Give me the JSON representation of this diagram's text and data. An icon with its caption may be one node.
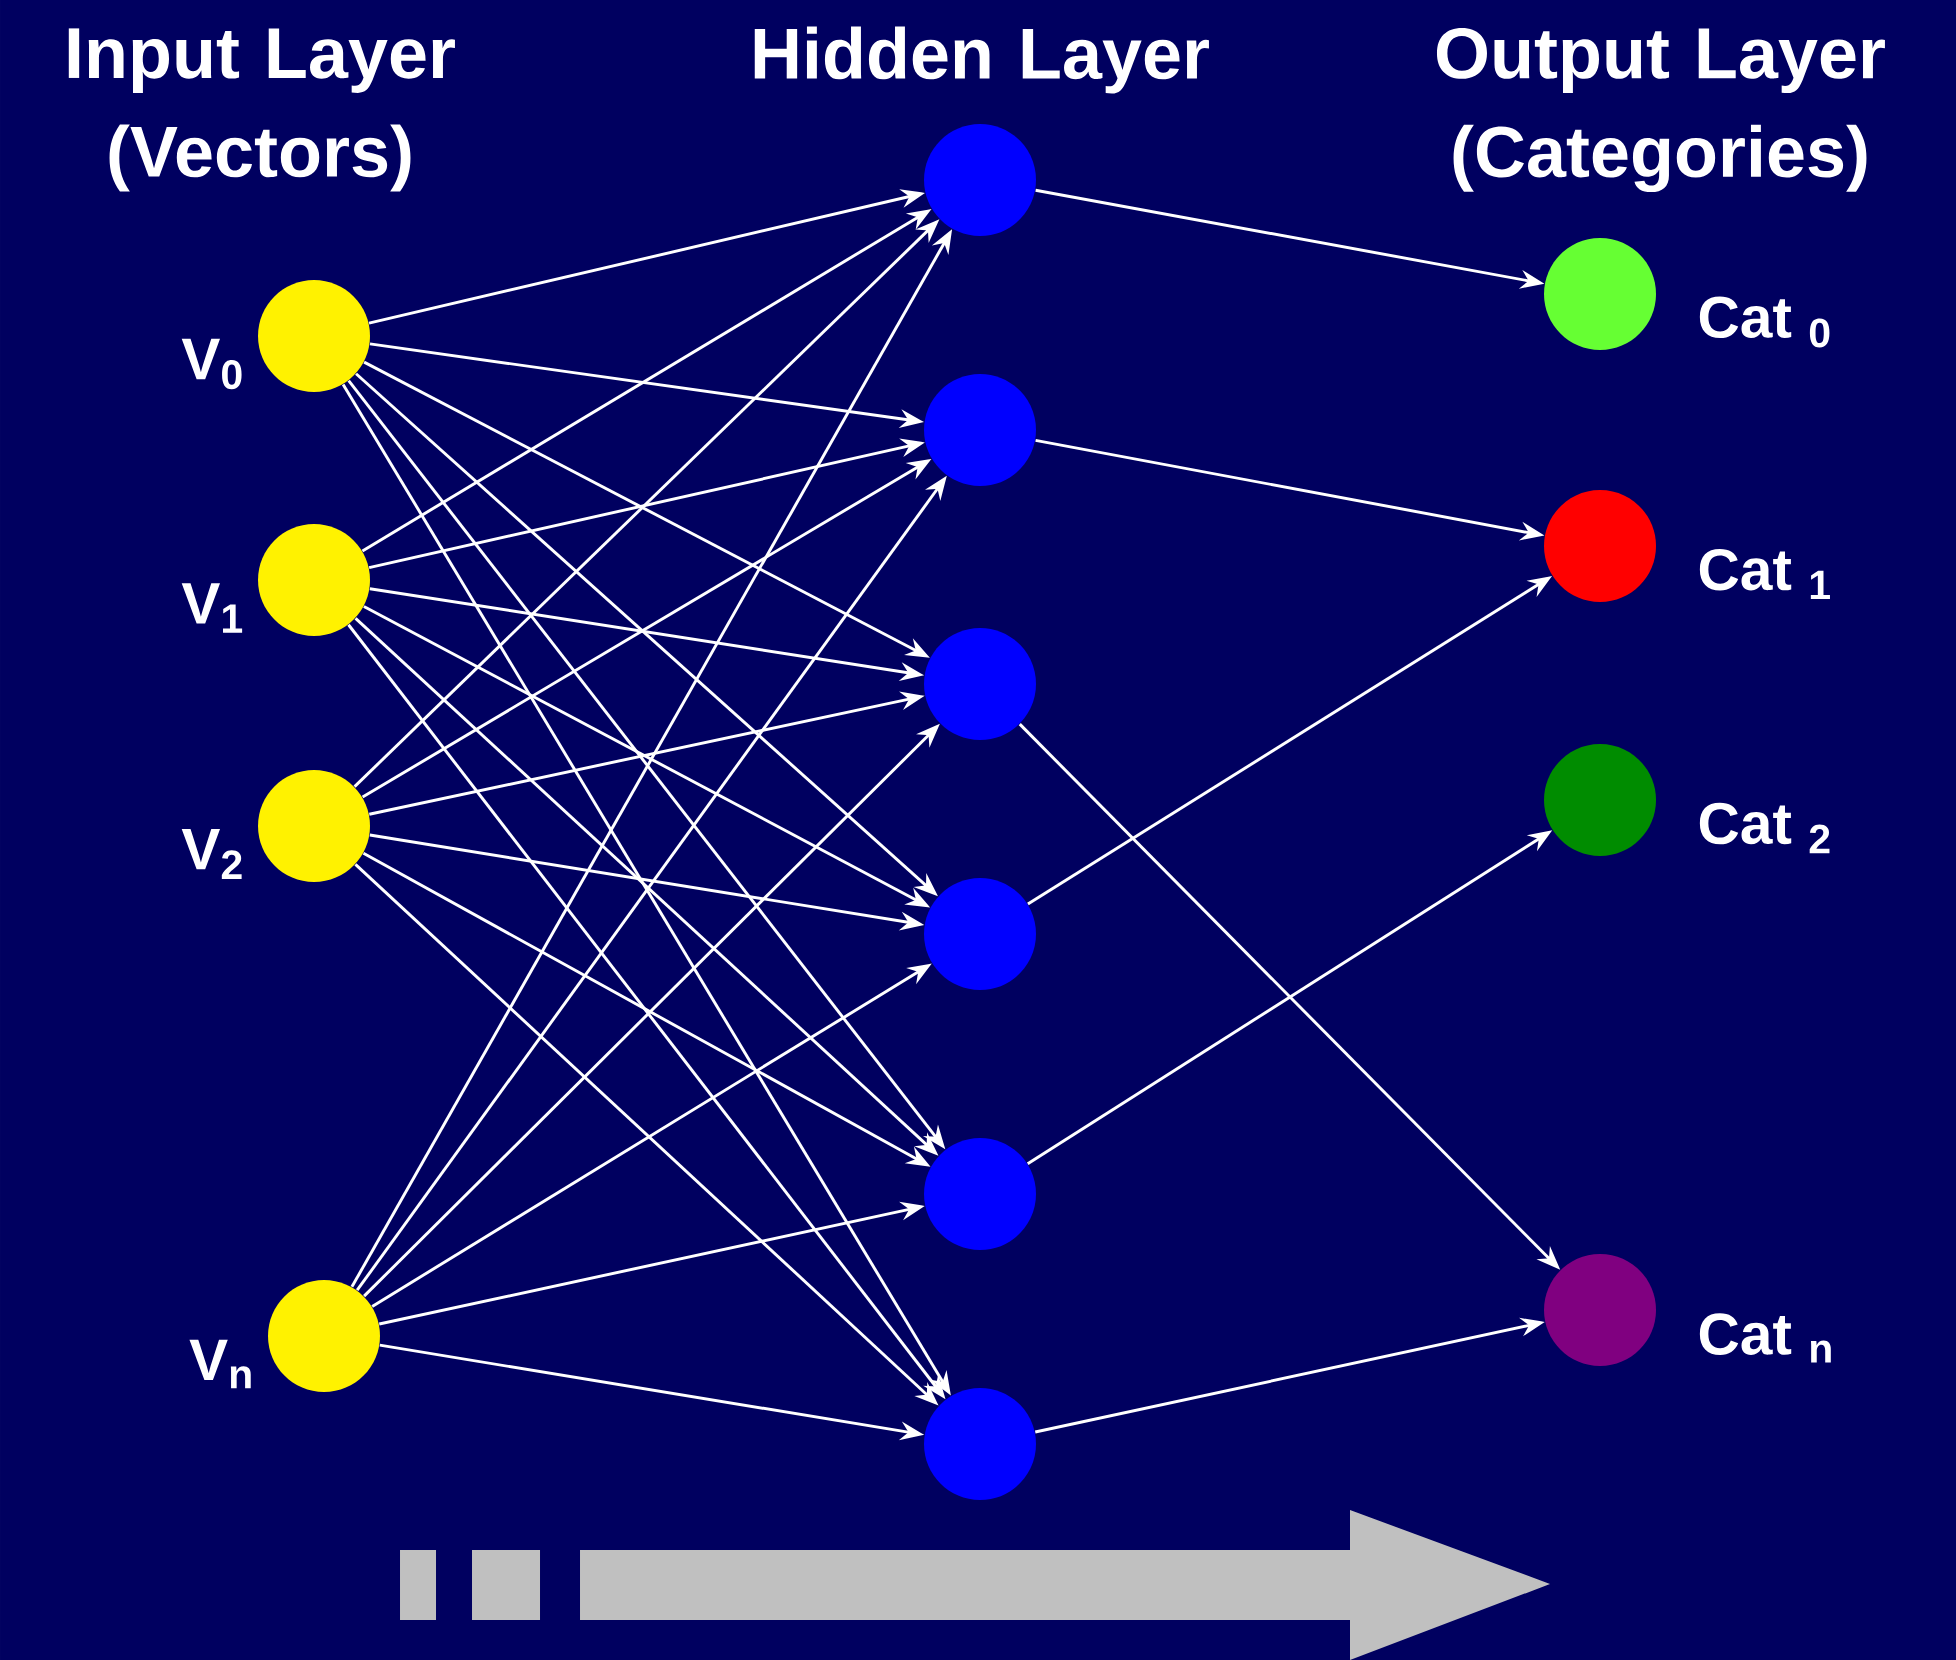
{
  "diagram": {
    "nodes": [
      {
        "text": [],
        "shape": "circle",
        "beside": [
          "V$_{0}$"
        ]
      },
      {
        "text": [],
        "shape": "circle",
        "beside": [
          "V$_{1}$"
        ]
      },
      {
        "text": [],
        "shape": "circle",
        "beside": [
          "V$_{2}$"
        ]
      },
      {
        "text": [],
        "shape": "circle",
        "beside": [
          "V$_{n}$"
        ]
      },
      {
        "text": [],
        "shape": "circle"
      },
      {
        "text": [],
        "shape": "circle"
      },
      {
        "text": [],
        "shape": "circle"
      },
      {
        "text": [],
        "shape": "circle"
      },
      {
        "text": [],
        "shape": "circle"
      },
      {
        "text": [],
        "shape": "circle"
      },
      {
        "text": [],
        "shape": "circle",
        "beside": [
          "Cat $_{0}$"
        ]
      },
      {
        "text": [],
        "shape": "circle",
        "beside": [
          "Cat $_{1}$"
        ]
      },
      {
        "text": [],
        "shape": "circle",
        "beside": [
          "Cat $_{2}$"
        ]
      },
      {
        "text": [],
        "shape": "circle",
        "beside": [
          "Cat $_{n}$"
        ]
      }
    ],
    "edges": [
      {
        "from": 0,
        "to": 4,
        "arrow": "to"
      },
      {
        "from": 0,
        "to": 5,
        "arrow": "to"
      },
      {
        "from": 0,
        "to": 6,
        "arrow": "to"
      },
      {
        "from": 0,
        "to": 7,
        "arrow": "to"
      },
      {
        "from": 0,
        "to": 8,
        "arrow": "to"
      },
      {
        "from": 0,
        "to": 9,
        "arrow": "to"
      },
      {
        "from": 1,
        "to": 4,
        "arrow": "to"
      },
      {
        "from": 1,
        "to": 5,
        "arrow": "to"
      },
      {
        "from": 1,
        "to": 6,
        "arrow": "to"
      },
      {
        "from": 1,
        "to": 7,
        "arrow": "to"
      },
      {
        "from": 1,
        "to": 8,
        "arrow": "to"
      },
      {
        "from": 1,
        "to": 9,
        "arrow": "to"
      },
      {
        "from": 2,
        "to": 4,
        "arrow": "to"
      },
      {
        "from": 2,
        "to": 5,
        "arrow": "to"
      },
      {
        "from": 2,
        "to": 6,
        "arrow": "to"
      },
      {
        "from": 2,
        "to": 7,
        "arrow": "to"
      },
      {
        "from": 2,
        "to": 8,
        "arrow": "to"
      },
      {
        "from": 2,
        "to": 9,
        "arrow": "to"
      },
      {
        "from": 3,
        "to": 4,
        "arrow": "to"
      },
      {
        "from": 3,
        "to": 5,
        "arrow": "to"
      },
      {
        "from": 3,
        "to": 6,
        "arrow": "to"
      },
      {
        "from": 3,
        "to": 7,
        "arrow": "to"
      },
      {
        "from": 3,
        "to": 8,
        "arrow": "to"
      },
      {
        "from": 3,
        "to": 9,
        "arrow": "to"
      },
      {
        "from": 4,
        "to": 10,
        "arrow": "to"
      },
      {
        "from": 5,
        "to": 11,
        "arrow": "to"
      },
      {
        "from": 6,
        "to": 13,
        "arrow": "to"
      },
      {
        "from": 7,
        "to": 11,
        "arrow": "to"
      },
      {
        "from": 8,
        "to": 12,
        "arrow": "to"
      },
      {
        "from": 9,
        "to": 13,
        "arrow": "to"
      }
    ],
    "labels": [
      "Input Layer (Vectors)",
      "Hidden Layer",
      "Output Layer (Categories)"
    ]
  }
}
